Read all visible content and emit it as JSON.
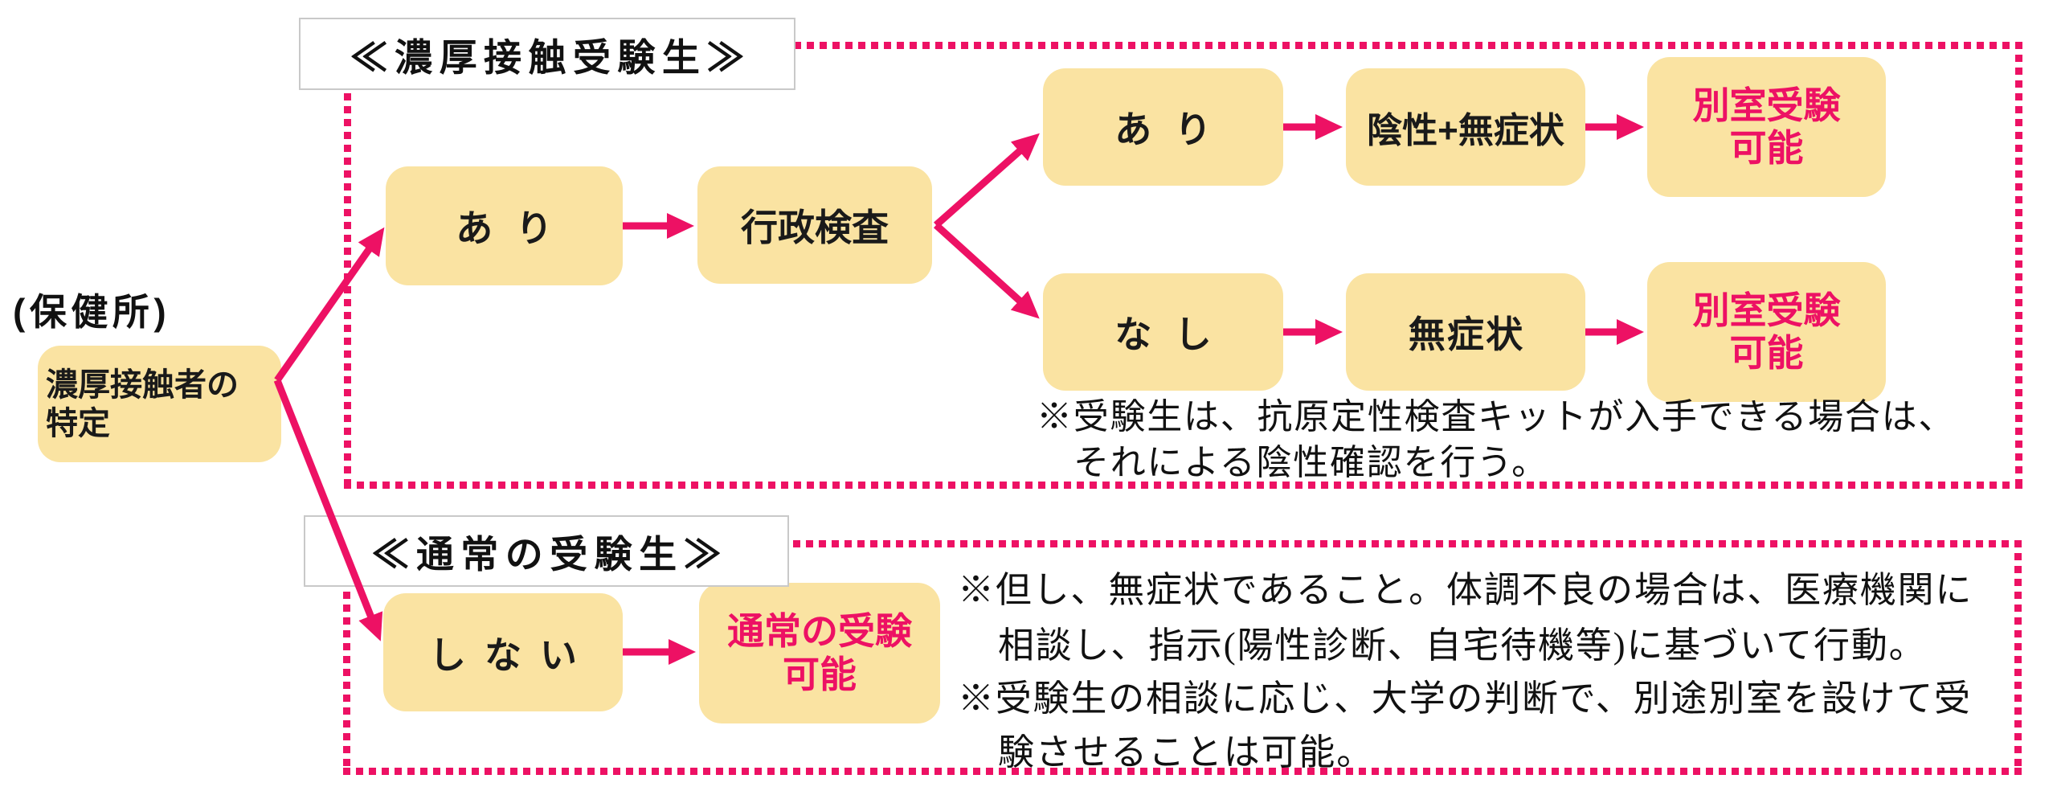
{
  "palette": {
    "accent_pink": "#ED1164",
    "node_yellow": "#FAE3A2",
    "text_black": "#1a1a1a",
    "header_border_gray": "#c9c9c9"
  },
  "diagram": {
    "source_label": "(保健所)",
    "root_box": "濃厚接触者の\n特定",
    "close_contact_section": {
      "header": "≪濃厚接触受験生≫",
      "contact_yes_box": "あり",
      "admin_test_box": "行政検査",
      "upper_branch_yes_box": "あり",
      "negative_asymptomatic_box": "陰性+無症状",
      "upper_result_box": "別室受験\n可能",
      "lower_branch_no_box": "なし",
      "asymptomatic_box": "無症状",
      "lower_result_box": "別室受験\n可能",
      "note": {
        "line1": "※受験生は、抗原定性検査キットが入手できる場合は、",
        "line2": "それによる陰性確認を行う。"
      }
    },
    "normal_section": {
      "header": "≪通常の受験生≫",
      "contact_no_box": "しない",
      "normal_result_box": "通常の受験\n可能",
      "note1": {
        "line1": "※但し、無症状であること。体調不良の場合は、医療機関に",
        "line2": "相談し、指示(陽性診断、自宅待機等)に基づいて行動。"
      },
      "note2": {
        "line1": "※受験生の相談に応じ、大学の判断で、別途別室を設けて受",
        "line2": "験させることは可能。"
      }
    }
  }
}
